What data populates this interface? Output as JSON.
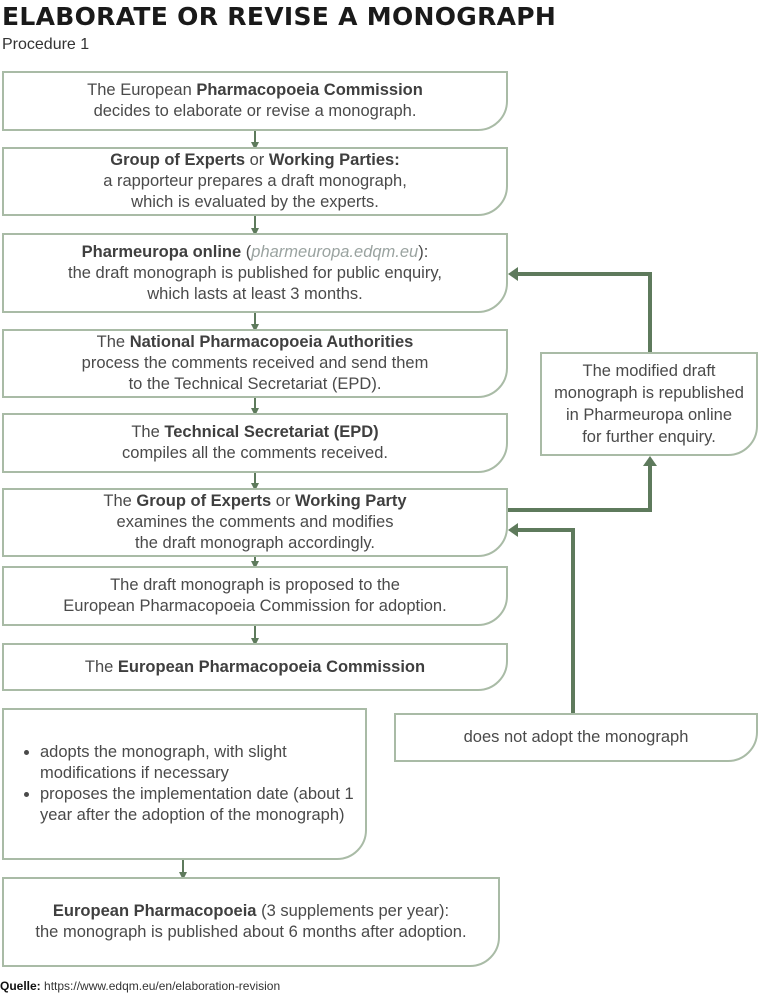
{
  "title": "ELABORATE OR REVISE A MONOGRAPH",
  "subtitle": "Procedure 1",
  "steps": {
    "s1": {
      "pre": "The European ",
      "bold": "Pharmacopoeia Commission",
      "line2": "decides to elaborate or revise a monograph."
    },
    "s2": {
      "bold1": "Group of Experts",
      "mid": " or ",
      "bold2": "Working Parties:",
      "line2": "a rapporteur prepares a draft monograph,",
      "line3": "which is evaluated by the experts."
    },
    "s3": {
      "bold": "Pharmeuropa online",
      "open": " (",
      "link": "pharmeuropa.edqm.eu",
      "close": "):",
      "line2": "the draft monograph is published for public enquiry,",
      "line3": "which lasts at least 3 months."
    },
    "s4": {
      "pre": "The ",
      "bold": "National Pharmacopoeia Authorities",
      "line2": "process the comments received and send them",
      "line3": "to the Technical Secretariat (EPD)."
    },
    "s5": {
      "pre": "The ",
      "bold": "Technical Secretariat (EPD)",
      "line2": "compiles all the comments received."
    },
    "s6": {
      "pre": "The ",
      "bold1": "Group of Experts",
      "mid": " or ",
      "bold2": "Working Party",
      "line2": "examines the comments and modifies",
      "line3": "the draft monograph accordingly."
    },
    "s7": {
      "line1": "The draft monograph is proposed to the",
      "line2": "European Pharmacopoeia Commission for adoption."
    },
    "s8": {
      "pre": "The ",
      "bold": "European Pharmacopoeia Commission"
    },
    "s9": {
      "bullet1": "adopts the monograph, with slight modifications if necessary",
      "bullet2": "proposes the implementation date (about 1 year after the adoption of the monograph)"
    },
    "s10": {
      "bold": "European Pharmacopoeia",
      "rest": " (3 supplements per year):",
      "line2": "the monograph is published about 6 months after adoption."
    }
  },
  "side": {
    "republish": {
      "line1": "The modified draft",
      "line2": "monograph is republished",
      "line3": "in Pharmeuropa online",
      "line4": "for further enquiry."
    },
    "not_adopt": "does not adopt the monograph"
  },
  "footer": {
    "label": "Quelle:",
    "url": "https://www.edqm.eu/en/elaboration-revision"
  },
  "colors": {
    "border": "#a9bba6",
    "arrow": "#5e7a5c",
    "text": "#4a4a4a"
  }
}
